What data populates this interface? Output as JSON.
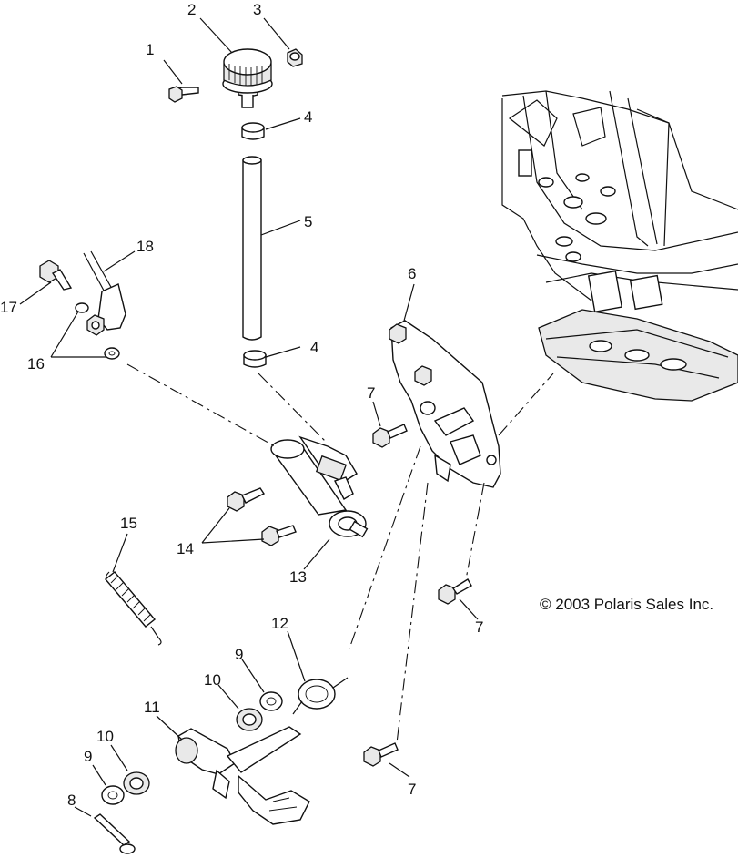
{
  "copyright": "© 2003 Polaris Sales Inc.",
  "callouts": [
    {
      "id": "c1",
      "text": "1"
    },
    {
      "id": "c2",
      "text": "2"
    },
    {
      "id": "c3",
      "text": "3"
    },
    {
      "id": "c4a",
      "text": "4"
    },
    {
      "id": "c5",
      "text": "5"
    },
    {
      "id": "c4b",
      "text": "4"
    },
    {
      "id": "c18",
      "text": "18"
    },
    {
      "id": "c17",
      "text": "17"
    },
    {
      "id": "c16",
      "text": "16"
    },
    {
      "id": "c6",
      "text": "6"
    },
    {
      "id": "c7a",
      "text": "7"
    },
    {
      "id": "c15",
      "text": "15"
    },
    {
      "id": "c14",
      "text": "14"
    },
    {
      "id": "c13",
      "text": "13"
    },
    {
      "id": "c7b",
      "text": "7"
    },
    {
      "id": "c12",
      "text": "12"
    },
    {
      "id": "c9a",
      "text": "9"
    },
    {
      "id": "c10a",
      "text": "10"
    },
    {
      "id": "c11",
      "text": "11"
    },
    {
      "id": "c10b",
      "text": "10"
    },
    {
      "id": "c9b",
      "text": "9"
    },
    {
      "id": "c7c",
      "text": "7"
    },
    {
      "id": "c8",
      "text": "8"
    }
  ]
}
